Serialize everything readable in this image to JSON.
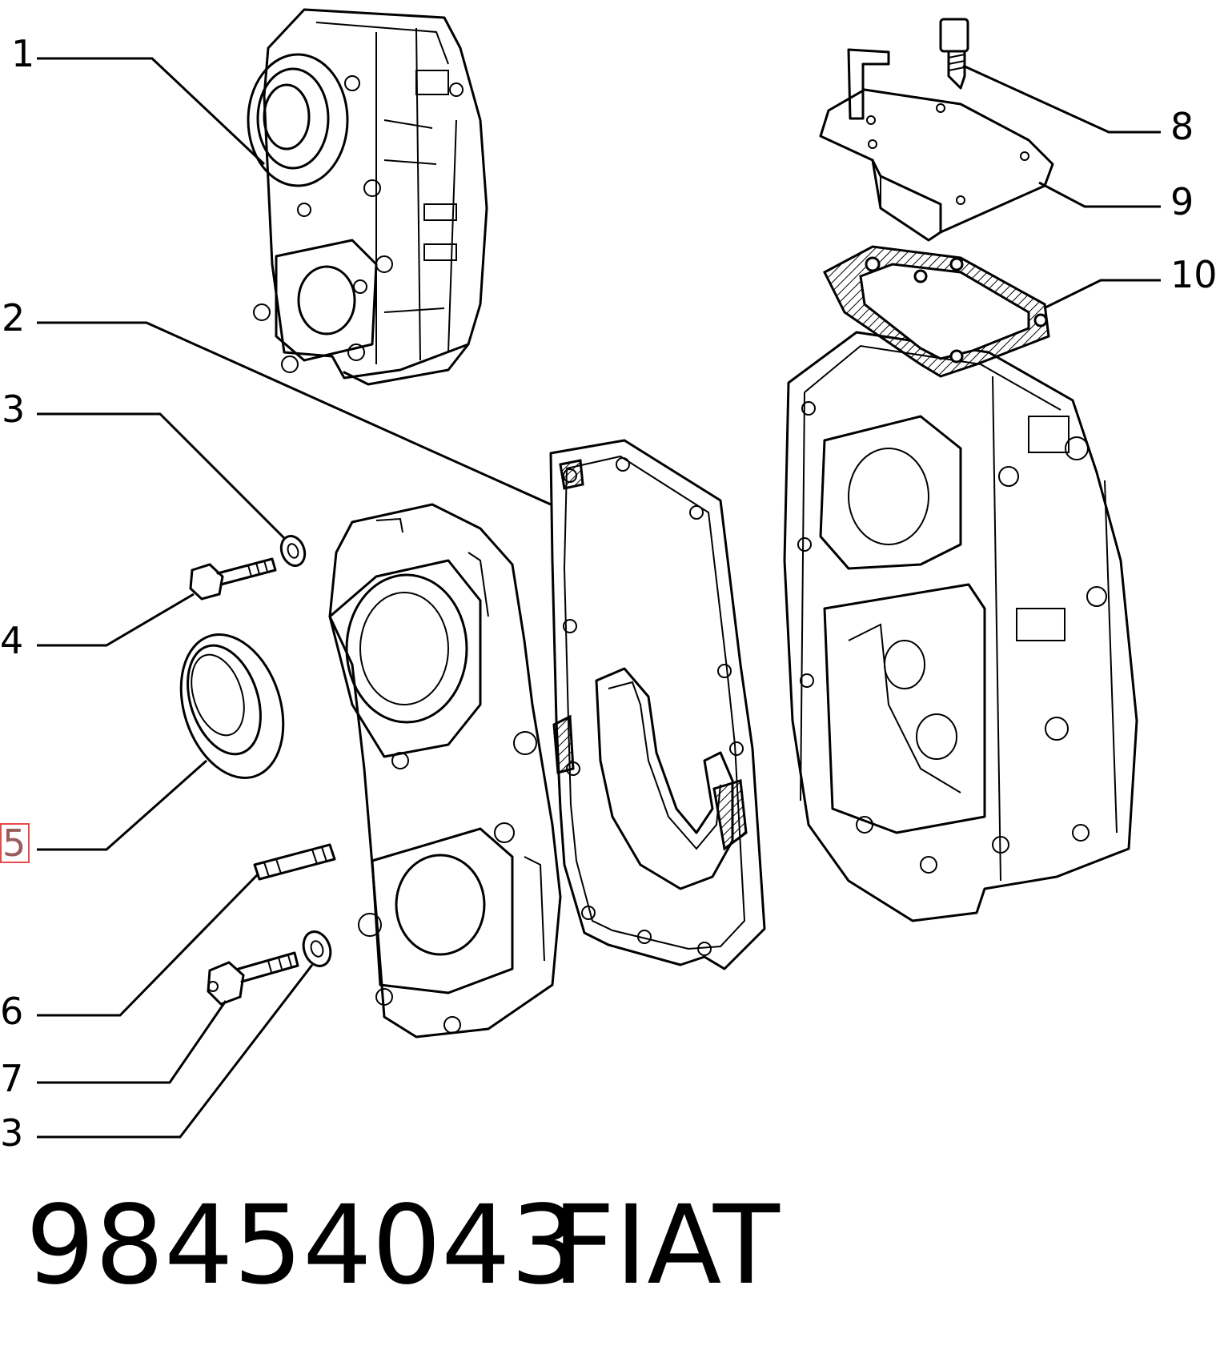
{
  "callouts": [
    {
      "id": "1",
      "text": "1"
    },
    {
      "id": "2",
      "text": "2"
    },
    {
      "id": "3a",
      "text": "3"
    },
    {
      "id": "4",
      "text": "4"
    },
    {
      "id": "5",
      "text": "5",
      "highlighted": true
    },
    {
      "id": "6",
      "text": "6"
    },
    {
      "id": "7",
      "text": "7"
    },
    {
      "id": "3b",
      "text": "3"
    },
    {
      "id": "8",
      "text": "8"
    },
    {
      "id": "9",
      "text": "9"
    },
    {
      "id": "10",
      "text": "10"
    }
  ],
  "caption": {
    "part_number": "98454043",
    "brand": "FIAT"
  },
  "highlight_color": "#e84b4b"
}
